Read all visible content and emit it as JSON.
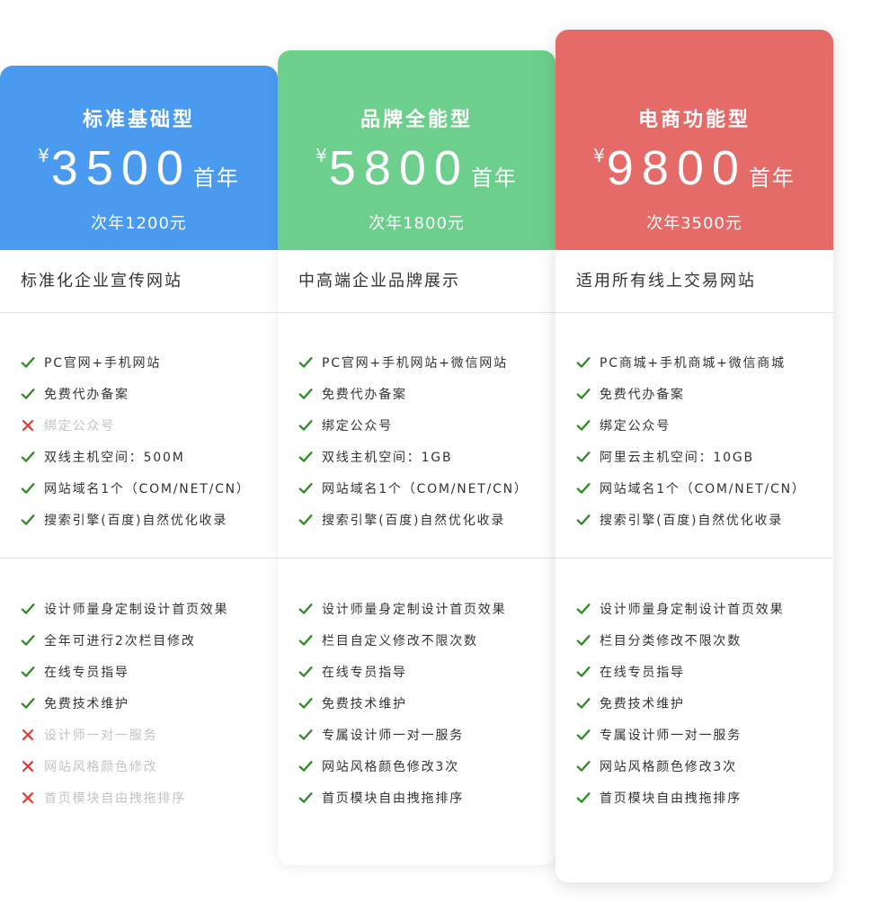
{
  "colors": {
    "blue": "#4a9bf0",
    "green": "#6ccf8c",
    "red": "#e56b69",
    "check": "#2e8b22",
    "cross": "#e53935",
    "disabled_text": "#c3c3c3"
  },
  "icons": {
    "included": "check-icon",
    "excluded": "cross-icon"
  },
  "plans": [
    {
      "color": "#4a9bf0",
      "name": "标准基础型",
      "currency": "¥",
      "price": "3500",
      "price_unit": "首年",
      "renewal": "次年1200元",
      "subtitle": "标准化企业宣传网站",
      "features_basic": [
        {
          "text": "PC官网+手机网站",
          "included": true
        },
        {
          "text": "免费代办备案",
          "included": true
        },
        {
          "text": "绑定公众号",
          "included": false
        },
        {
          "text": "双线主机空间：500M",
          "included": true
        },
        {
          "text": "网站域名1个（COM/NET/CN）",
          "included": true
        },
        {
          "text": "搜索引擎(百度)自然优化收录",
          "included": true
        }
      ],
      "features_service": [
        {
          "text": "设计师量身定制设计首页效果",
          "included": true
        },
        {
          "text": "全年可进行2次栏目修改",
          "included": true
        },
        {
          "text": "在线专员指导",
          "included": true
        },
        {
          "text": "免费技术维护",
          "included": true
        },
        {
          "text": "设计师一对一服务",
          "included": false
        },
        {
          "text": "网站风格颜色修改",
          "included": false
        },
        {
          "text": "首页模块自由拽拖排序",
          "included": false
        }
      ]
    },
    {
      "color": "#6ccf8c",
      "name": "品牌全能型",
      "currency": "¥",
      "price": "5800",
      "price_unit": "首年",
      "renewal": "次年1800元",
      "subtitle": "中高端企业品牌展示",
      "features_basic": [
        {
          "text": "PC官网+手机网站+微信网站",
          "included": true
        },
        {
          "text": "免费代办备案",
          "included": true
        },
        {
          "text": "绑定公众号",
          "included": true
        },
        {
          "text": "双线主机空间：1GB",
          "included": true
        },
        {
          "text": "网站域名1个（COM/NET/CN）",
          "included": true
        },
        {
          "text": "搜索引擎(百度)自然优化收录",
          "included": true
        }
      ],
      "features_service": [
        {
          "text": "设计师量身定制设计首页效果",
          "included": true
        },
        {
          "text": "栏目自定义修改不限次数",
          "included": true
        },
        {
          "text": "在线专员指导",
          "included": true
        },
        {
          "text": "免费技术维护",
          "included": true
        },
        {
          "text": "专属设计师一对一服务",
          "included": true
        },
        {
          "text": "网站风格颜色修改3次",
          "included": true
        },
        {
          "text": "首页模块自由拽拖排序",
          "included": true
        }
      ]
    },
    {
      "color": "#e56b69",
      "name": "电商功能型",
      "currency": "¥",
      "price": "9800",
      "price_unit": "首年",
      "renewal": "次年3500元",
      "subtitle": "适用所有线上交易网站",
      "features_basic": [
        {
          "text": "PC商城+手机商城+微信商城",
          "included": true
        },
        {
          "text": "免费代办备案",
          "included": true
        },
        {
          "text": "绑定公众号",
          "included": true
        },
        {
          "text": "阿里云主机空间：10GB",
          "included": true
        },
        {
          "text": "网站域名1个（COM/NET/CN）",
          "included": true
        },
        {
          "text": "搜索引擎(百度)自然优化收录",
          "included": true
        }
      ],
      "features_service": [
        {
          "text": "设计师量身定制设计首页效果",
          "included": true
        },
        {
          "text": "栏目分类修改不限次数",
          "included": true
        },
        {
          "text": "在线专员指导",
          "included": true
        },
        {
          "text": "免费技术维护",
          "included": true
        },
        {
          "text": "专属设计师一对一服务",
          "included": true
        },
        {
          "text": "网站风格颜色修改3次",
          "included": true
        },
        {
          "text": "首页模块自由拽拖排序",
          "included": true
        }
      ]
    }
  ]
}
